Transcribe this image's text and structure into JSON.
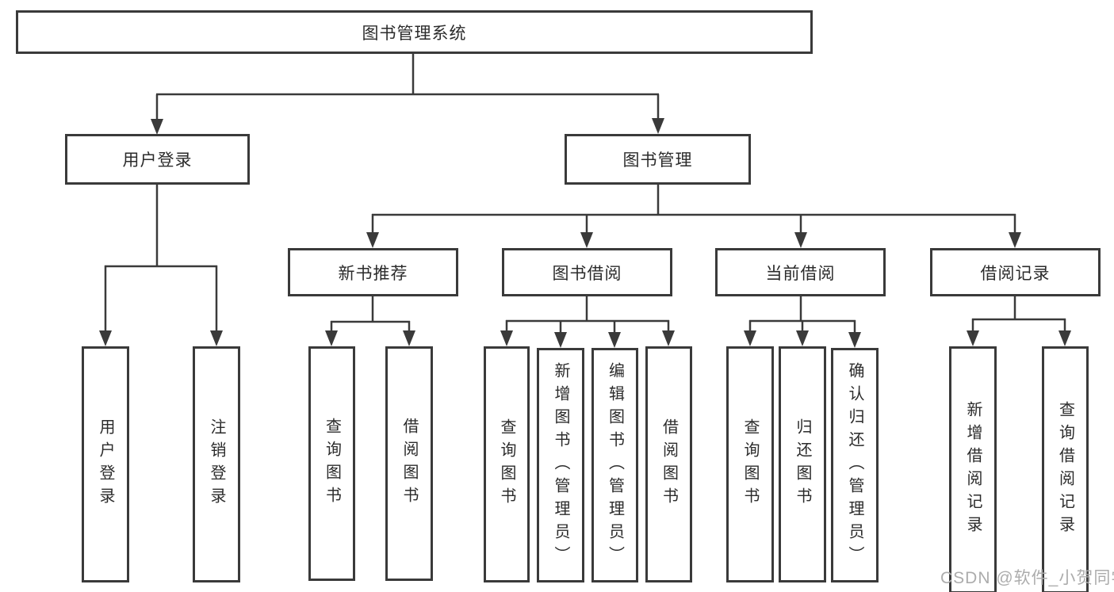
{
  "diagram": {
    "title": "图书管理系统",
    "watermark": "CSDN @软件_小贺同学",
    "colors": {
      "background": "#ffffff",
      "border": "#3a3a3a",
      "line": "#3a3a3a",
      "text": "#2b2b2b",
      "watermark": "#acacac"
    },
    "nodes": {
      "root": {
        "label": "图书管理系统"
      },
      "user_login": {
        "label": "用户登录"
      },
      "book_management": {
        "label": "图书管理"
      },
      "new_book_recommend": {
        "label": "新书推荐"
      },
      "book_borrowing": {
        "label": "图书借阅"
      },
      "current_borrowing": {
        "label": "当前借阅"
      },
      "borrowing_records": {
        "label": "借阅记录"
      },
      "leaf_user_login": {
        "label": "用户登录"
      },
      "leaf_logout": {
        "label": "注销登录"
      },
      "leaf_query_books_1": {
        "label": "查询图书"
      },
      "leaf_borrow_books_1": {
        "label": "借阅图书"
      },
      "leaf_query_books_2": {
        "label": "查询图书"
      },
      "leaf_add_book_admin": {
        "label": "新增图书（管理员）"
      },
      "leaf_edit_book_admin": {
        "label": "编辑图书（管理员）"
      },
      "leaf_borrow_books_2": {
        "label": "借阅图书"
      },
      "leaf_query_books_3": {
        "label": "查询图书"
      },
      "leaf_return_book": {
        "label": "归还图书"
      },
      "leaf_confirm_return_admin": {
        "label": "确认归还（管理员）"
      },
      "leaf_add_borrow_record": {
        "label": "新增借阅记录"
      },
      "leaf_query_borrow_record": {
        "label": "查询借阅记录"
      }
    },
    "structure": {
      "root": [
        "user_login",
        "book_management"
      ],
      "user_login": [
        "leaf_user_login",
        "leaf_logout"
      ],
      "book_management": [
        "new_book_recommend",
        "book_borrowing",
        "current_borrowing",
        "borrowing_records"
      ],
      "new_book_recommend": [
        "leaf_query_books_1",
        "leaf_borrow_books_1"
      ],
      "book_borrowing": [
        "leaf_query_books_2",
        "leaf_add_book_admin",
        "leaf_edit_book_admin",
        "leaf_borrow_books_2"
      ],
      "current_borrowing": [
        "leaf_query_books_3",
        "leaf_return_book",
        "leaf_confirm_return_admin"
      ],
      "borrowing_records": [
        "leaf_add_borrow_record",
        "leaf_query_borrow_record"
      ]
    }
  }
}
